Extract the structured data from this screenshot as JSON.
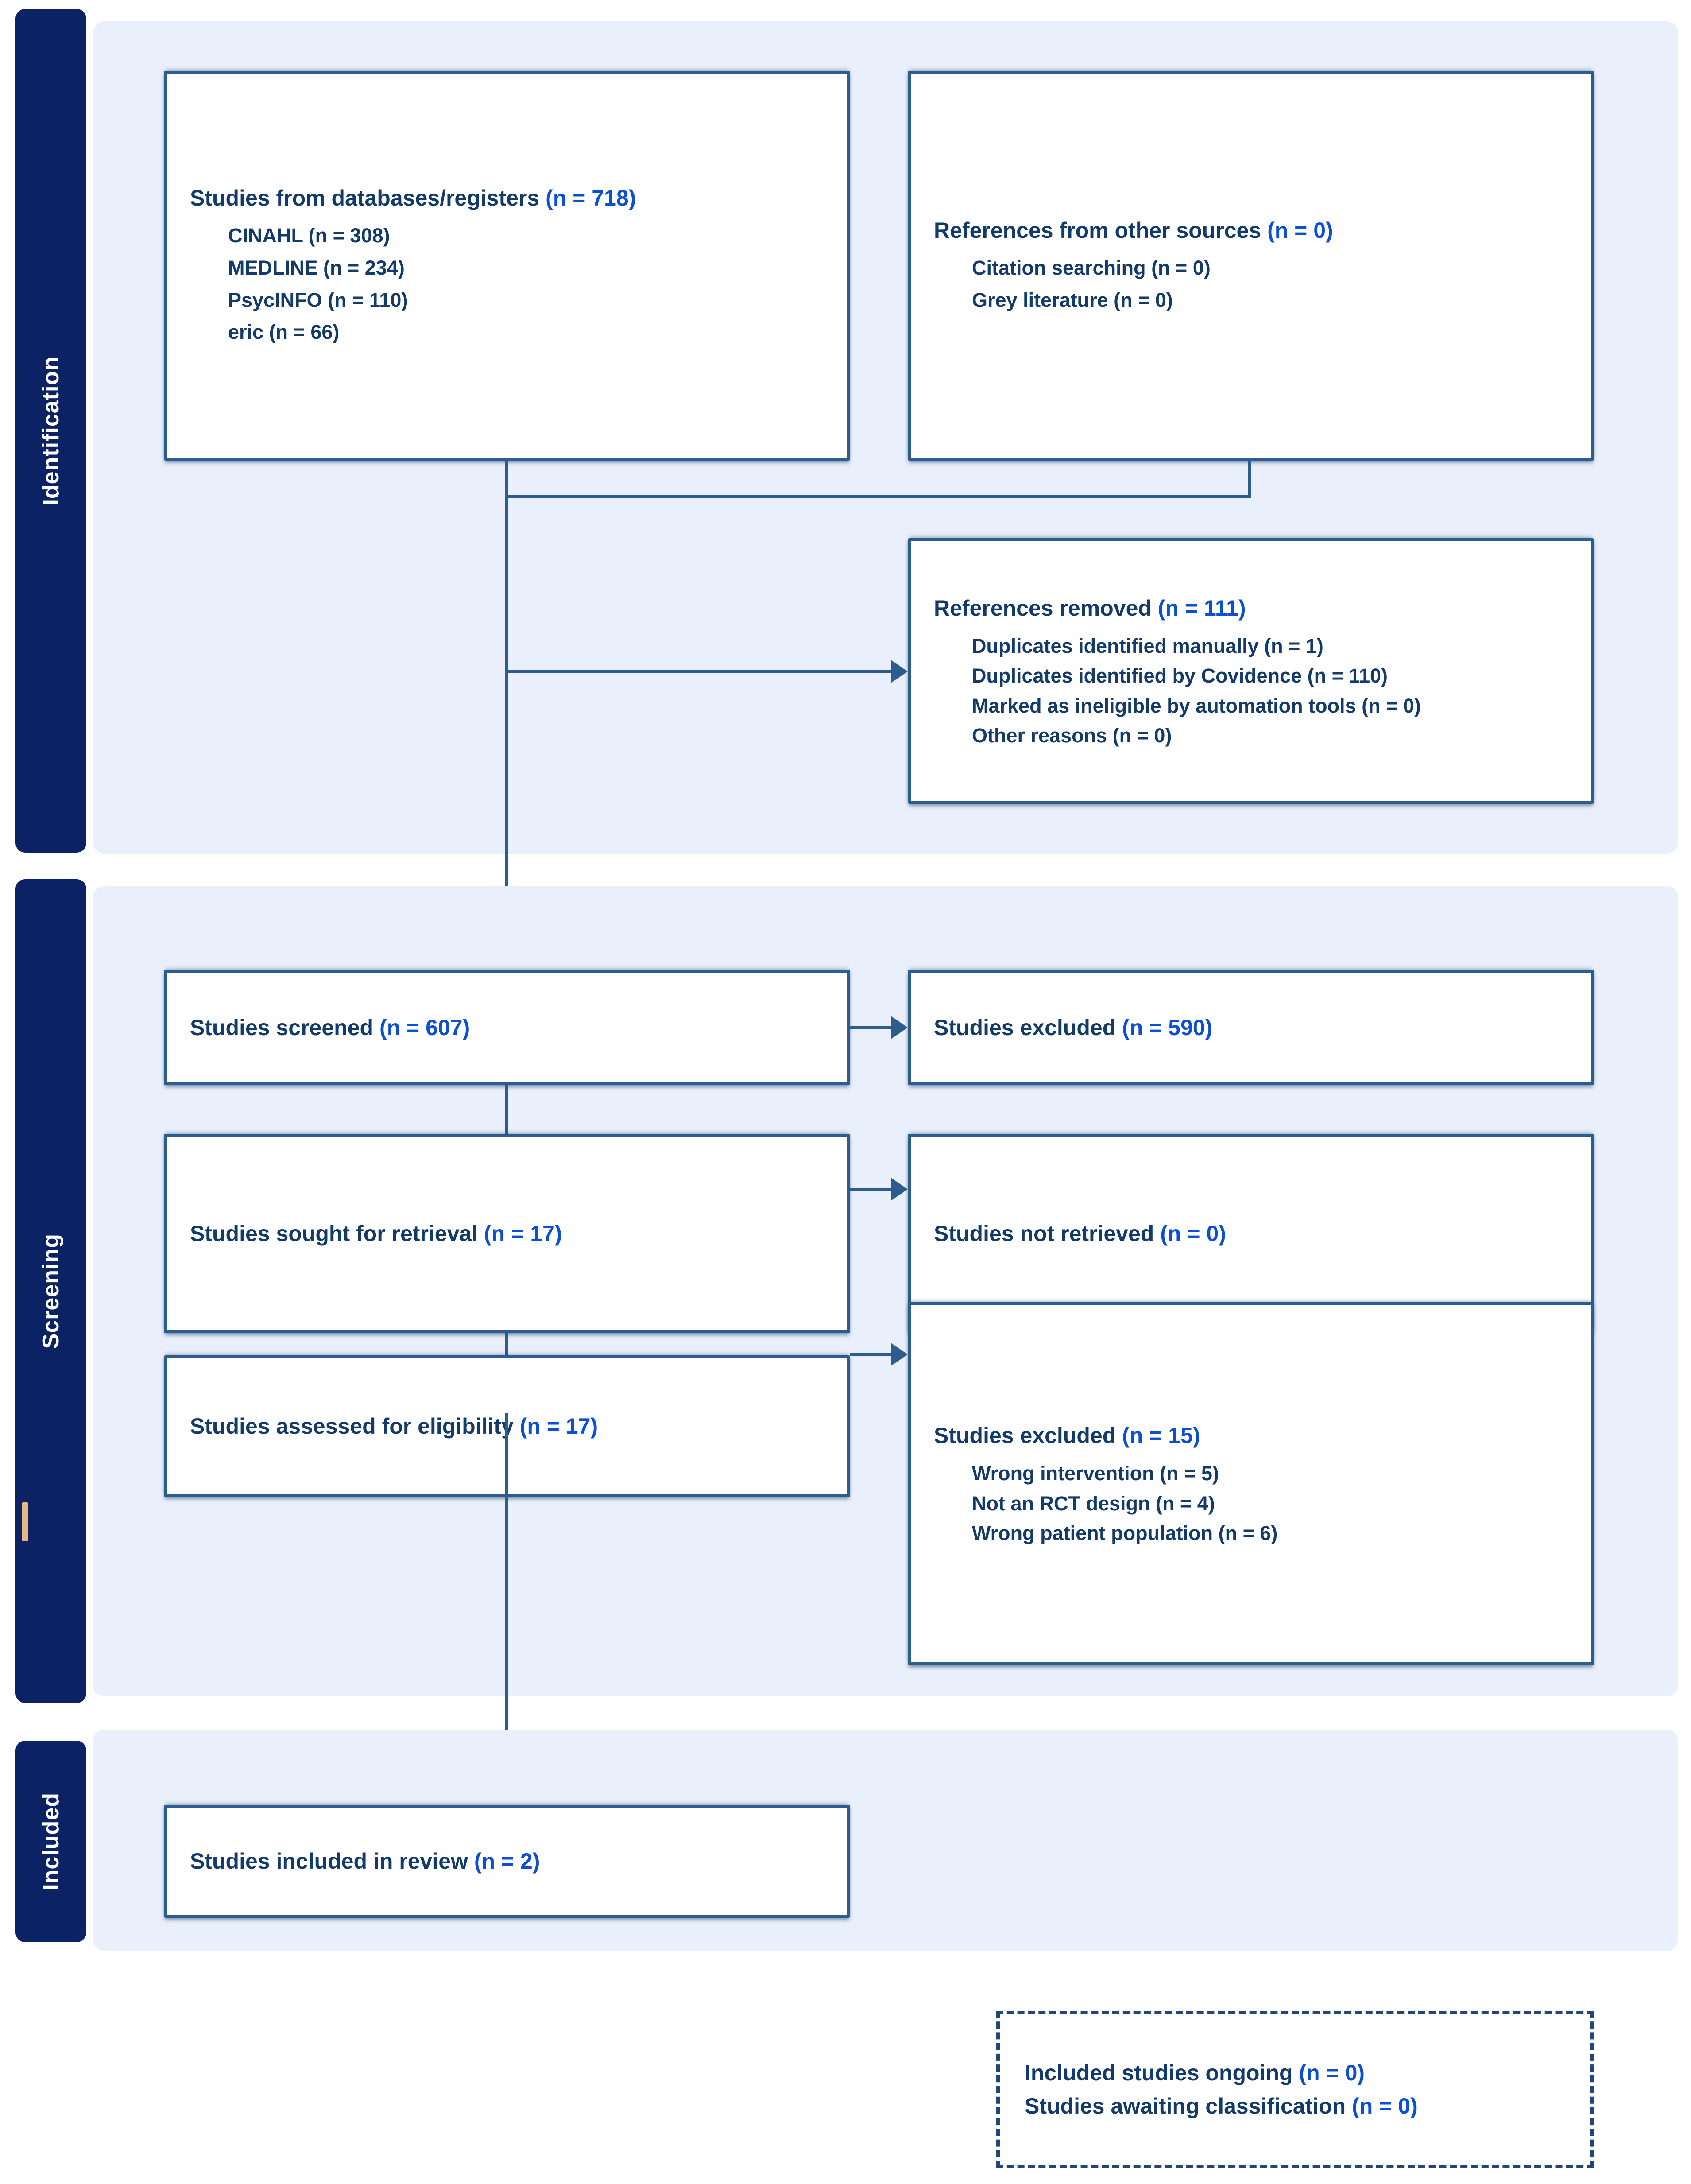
{
  "diagram": {
    "title": "PRISMA flow diagram",
    "colors": {
      "stage_tab": "#0b2265",
      "stage_panel": "#e9f0fb",
      "box_border": "#2d5c8f",
      "text": "#123a6b",
      "count_accent": "#0b4fd4",
      "sidebar_tick": "#e8b680"
    }
  },
  "stages": [
    {
      "id": "identification",
      "label": "Identification"
    },
    {
      "id": "screening",
      "label": "Screening"
    },
    {
      "id": "included",
      "label": "Included"
    }
  ],
  "boxes": {
    "databases": {
      "headline": "Studies from databases/registers ",
      "count": "(n = 718)",
      "items": [
        "CINAHL (n = 308)",
        "MEDLINE (n = 234)",
        "PsycINFO (n = 110)",
        "eric (n = 66)"
      ]
    },
    "other_sources": {
      "headline": "References from other sources ",
      "count": "(n = 0)",
      "items": [
        "Citation searching (n = 0)",
        "Grey literature (n = 0)"
      ]
    },
    "references_removed": {
      "headline": "References removed ",
      "count": "(n = 111)",
      "items": [
        "Duplicates identified manually (n = 1)",
        "Duplicates identified by Covidence (n = 110)",
        "Marked as ineligible by automation tools (n = 0)",
        "Other reasons (n = 0)"
      ]
    },
    "screened": {
      "headline": "Studies screened ",
      "count": "(n = 607)",
      "items": []
    },
    "excluded_screening": {
      "headline": "Studies excluded ",
      "count": "(n = 590)",
      "items": []
    },
    "sought_retrieval": {
      "headline": "Studies sought for retrieval ",
      "count": "(n = 17)",
      "items": []
    },
    "not_retrieved": {
      "headline": "Studies not retrieved ",
      "count": "(n = 0)",
      "items": []
    },
    "assessed_eligibility": {
      "headline": "Studies assessed for eligibility ",
      "count": "(n = 17)",
      "items": []
    },
    "excluded_eligibility": {
      "headline": "Studies excluded ",
      "count": "(n = 15)",
      "items": [
        "Wrong intervention (n = 5)",
        "Not an RCT design (n = 4)",
        "Wrong patient population (n = 6)"
      ]
    },
    "included_review": {
      "headline": "Studies included in review ",
      "count": "(n = 2)",
      "items": []
    },
    "ongoing_awaiting": {
      "line1_text": "Included studies ongoing ",
      "line1_count": "(n = 0)",
      "line2_text": "Studies awaiting classification ",
      "line2_count": "(n = 0)"
    }
  },
  "chart_data": {
    "type": "flow",
    "title": "PRISMA 2020 flow diagram",
    "nodes": [
      {
        "id": "databases",
        "stage": "Identification",
        "label": "Studies from databases/registers",
        "n": 718,
        "breakdown": [
          {
            "label": "CINAHL",
            "n": 308
          },
          {
            "label": "MEDLINE",
            "n": 234
          },
          {
            "label": "PsycINFO",
            "n": 110
          },
          {
            "label": "eric",
            "n": 66
          }
        ]
      },
      {
        "id": "other_sources",
        "stage": "Identification",
        "label": "References from other sources",
        "n": 0,
        "breakdown": [
          {
            "label": "Citation searching",
            "n": 0
          },
          {
            "label": "Grey literature",
            "n": 0
          }
        ]
      },
      {
        "id": "references_removed",
        "stage": "Identification",
        "label": "References removed",
        "n": 111,
        "breakdown": [
          {
            "label": "Duplicates identified manually",
            "n": 1
          },
          {
            "label": "Duplicates identified by Covidence",
            "n": 110
          },
          {
            "label": "Marked as ineligible by automation tools",
            "n": 0
          },
          {
            "label": "Other reasons",
            "n": 0
          }
        ]
      },
      {
        "id": "screened",
        "stage": "Screening",
        "label": "Studies screened",
        "n": 607,
        "breakdown": []
      },
      {
        "id": "excluded_screening",
        "stage": "Screening",
        "label": "Studies excluded",
        "n": 590,
        "breakdown": []
      },
      {
        "id": "sought_retrieval",
        "stage": "Screening",
        "label": "Studies sought for retrieval",
        "n": 17,
        "breakdown": []
      },
      {
        "id": "not_retrieved",
        "stage": "Screening",
        "label": "Studies not retrieved",
        "n": 0,
        "breakdown": []
      },
      {
        "id": "assessed_eligibility",
        "stage": "Screening",
        "label": "Studies assessed for eligibility",
        "n": 17,
        "breakdown": []
      },
      {
        "id": "excluded_eligibility",
        "stage": "Screening",
        "label": "Studies excluded",
        "n": 15,
        "breakdown": [
          {
            "label": "Wrong intervention",
            "n": 5
          },
          {
            "label": "Not an RCT design",
            "n": 4
          },
          {
            "label": "Wrong patient population",
            "n": 6
          }
        ]
      },
      {
        "id": "included_review",
        "stage": "Included",
        "label": "Studies included in review",
        "n": 2,
        "breakdown": []
      },
      {
        "id": "ongoing",
        "stage": "Included",
        "label": "Included studies ongoing",
        "n": 0,
        "breakdown": []
      },
      {
        "id": "awaiting",
        "stage": "Included",
        "label": "Studies awaiting classification",
        "n": 0,
        "breakdown": []
      }
    ],
    "edges": [
      {
        "from": "databases",
        "to": "references_removed"
      },
      {
        "from": "other_sources",
        "to": "references_removed"
      },
      {
        "from": "databases",
        "to": "screened"
      },
      {
        "from": "screened",
        "to": "excluded_screening"
      },
      {
        "from": "screened",
        "to": "sought_retrieval"
      },
      {
        "from": "sought_retrieval",
        "to": "not_retrieved"
      },
      {
        "from": "sought_retrieval",
        "to": "assessed_eligibility"
      },
      {
        "from": "assessed_eligibility",
        "to": "excluded_eligibility"
      },
      {
        "from": "assessed_eligibility",
        "to": "included_review"
      }
    ]
  }
}
